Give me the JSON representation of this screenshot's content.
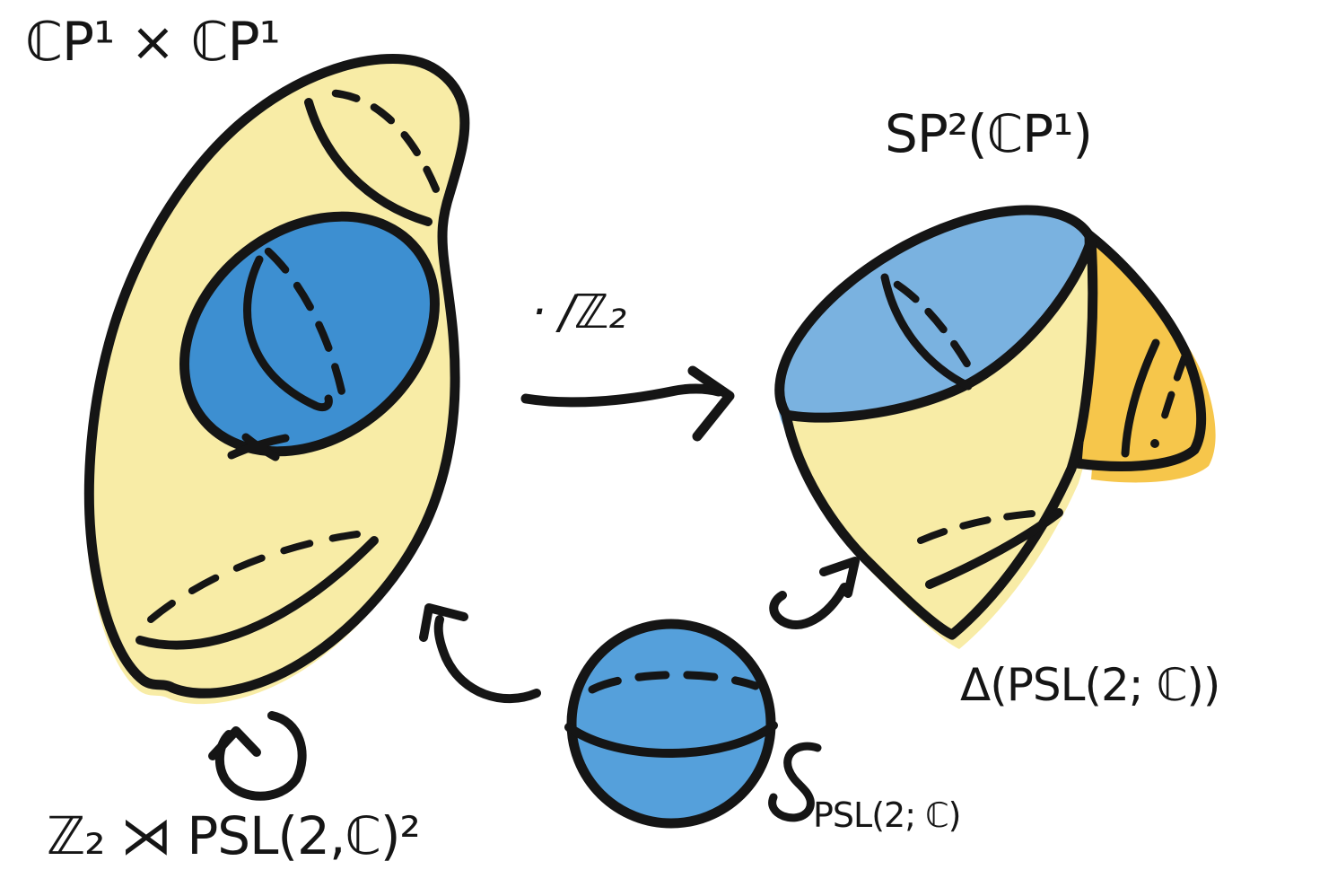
{
  "colors": {
    "background": "#ffffff",
    "ink": "#151515",
    "pale_yellow": "#F8ECA6",
    "amber": "#F6C64B",
    "sky_blue": "#7AB2E0",
    "sphere_blue": "#55A0DB",
    "deep_blue": "#3D8FD1"
  },
  "labels": {
    "product_space": "ℂP¹ × ℂP¹",
    "symmetric_product": "SP²(ℂP¹)",
    "quotient_map": "· /ℤ₂",
    "semidirect_group": "ℤ₂ ⋊ PSL(2,ℂ)²",
    "diagonal_subgroup": "Δ(PSL(2; ℂ))",
    "sphere_group": "PSL(2; ℂ)"
  }
}
